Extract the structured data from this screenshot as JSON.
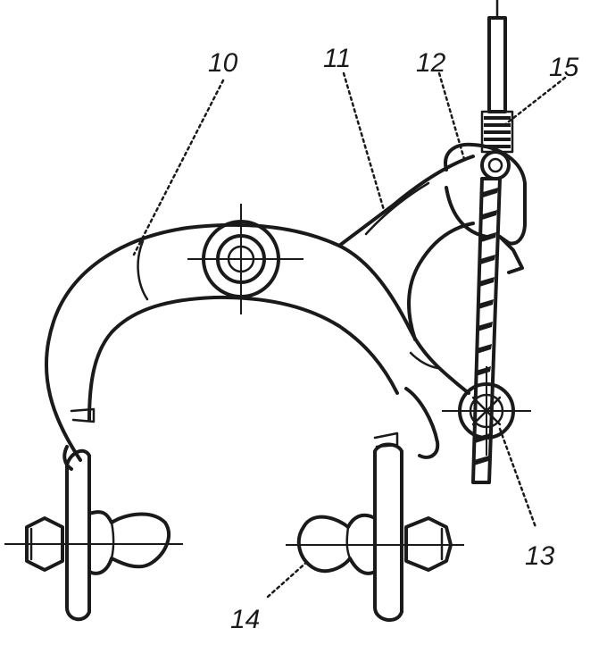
{
  "diagram": {
    "labels": {
      "l10": "10",
      "l11": "11",
      "l12": "12",
      "l13": "13",
      "l14": "14",
      "l15": "15"
    },
    "colors": {
      "ink": "#1a1a1a",
      "background": "#ffffff"
    }
  }
}
